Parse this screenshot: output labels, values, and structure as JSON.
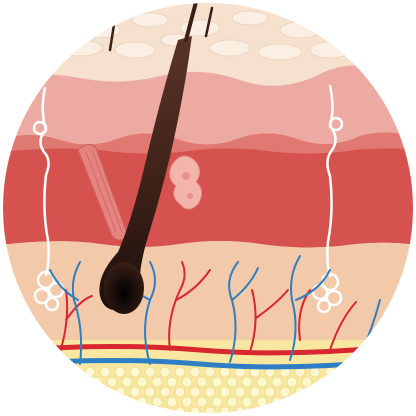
{
  "colors": {
    "background": "#ffffff",
    "epidermis_surface": "#f6e1cf",
    "epidermis_cells": "#fbeee2",
    "upper_dermis": "#ecaaa2",
    "dermis_dark": "#d6524f",
    "dermis_band_edge": "#e8948c",
    "lower_dermis": "#f2caa9",
    "fat_layer": "#f7e7a0",
    "fat_cells": "#fff7cf",
    "hair": "#3a1f17",
    "hair_bulb": "#1a0e0b",
    "artery": "#d8272f",
    "vein": "#2e7ec4",
    "nerve": "#ffffff",
    "muscle": "#e5837f"
  },
  "icons": [
    "hair-shaft",
    "sweat-gland",
    "arrector-pili-muscle",
    "sebaceous-gland",
    "blood-vessels",
    "nerve-fibers",
    "fat-cells"
  ]
}
